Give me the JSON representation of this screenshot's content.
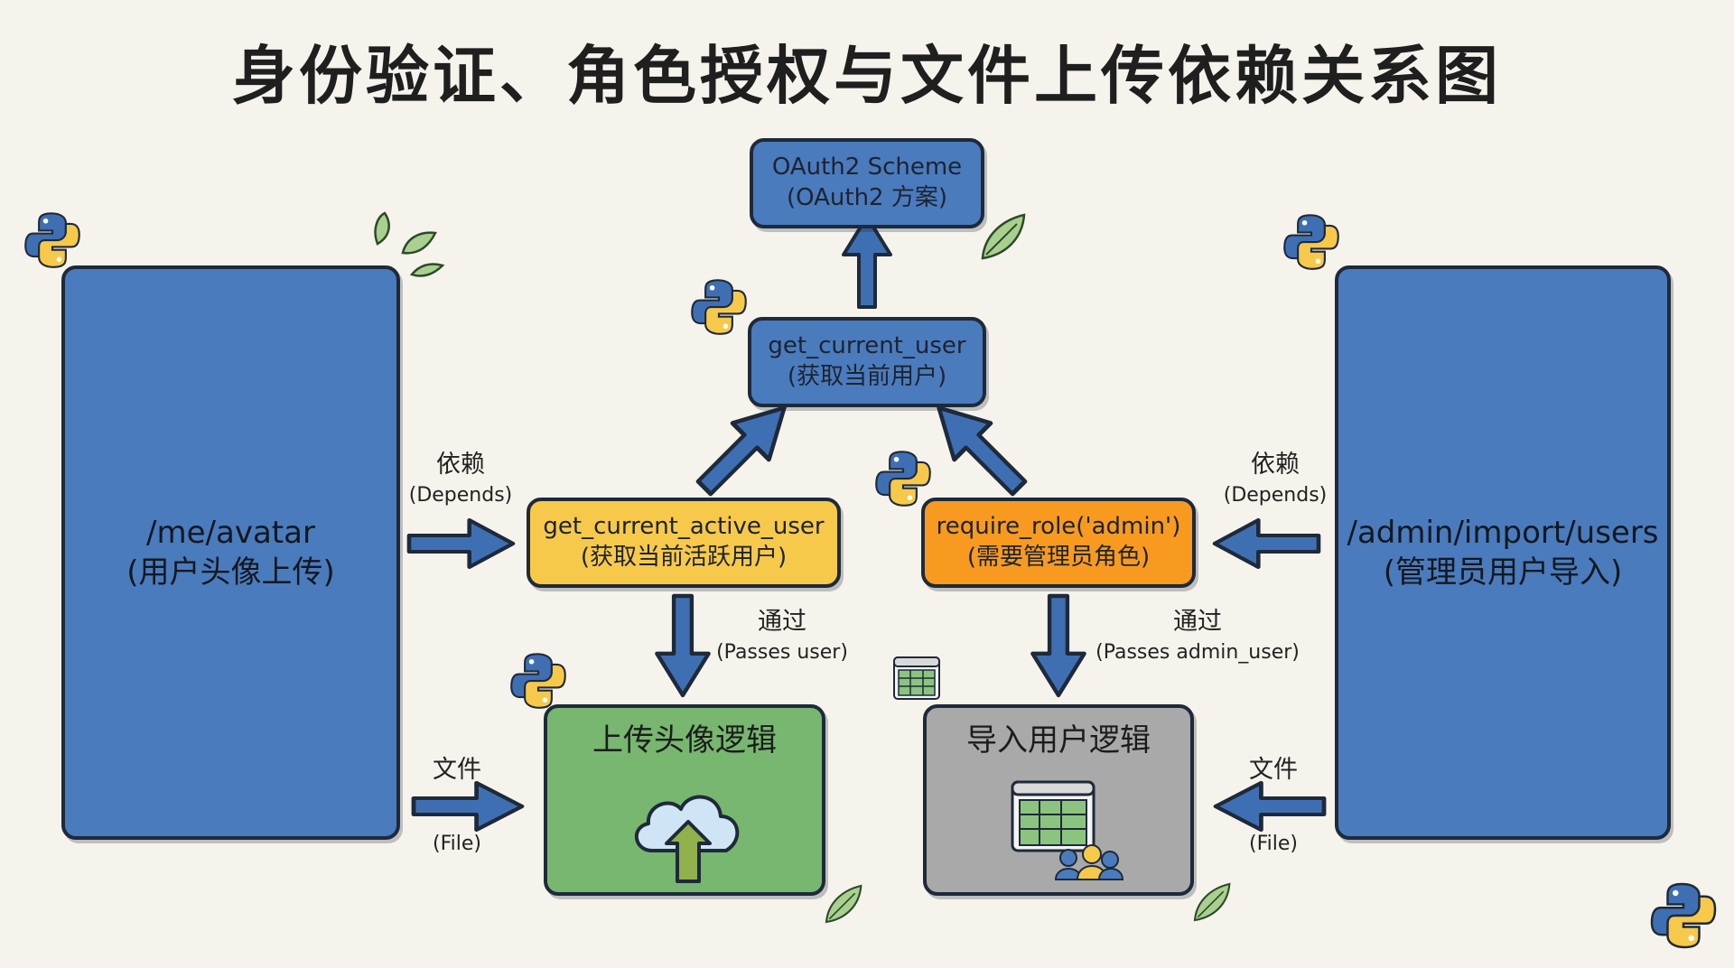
{
  "title": "身份验证、角色授权与文件上传依赖关系图",
  "nodes": {
    "oauth": {
      "line1": "OAuth2 Scheme",
      "line2": "(OAuth2 方案)"
    },
    "get_current_user": {
      "line1": "get_current_user",
      "line2": "(获取当前用户)"
    },
    "get_current_active_user": {
      "line1": "get_current_active_user",
      "line2": "(获取当前活跃用户)"
    },
    "require_role": {
      "line1": "require_role('admin')",
      "line2": "(需要管理员角色)"
    },
    "avatar_endpoint": {
      "line1": "/me/avatar",
      "line2": "(用户头像上传)"
    },
    "import_endpoint": {
      "line1": "/admin/import/users",
      "line2": "(管理员用户导入)"
    },
    "upload_logic": {
      "label": "上传头像逻辑"
    },
    "import_logic": {
      "label": "导入用户逻辑"
    }
  },
  "edges": {
    "depends_left": {
      "zh": "依赖",
      "en": "(Depends)"
    },
    "depends_right": {
      "zh": "依赖",
      "en": "(Depends)"
    },
    "passes_user": {
      "zh": "通过",
      "en": "(Passes user)"
    },
    "passes_admin": {
      "zh": "通过",
      "en": "(Passes admin_user)"
    },
    "file_left": {
      "zh": "文件",
      "en": "(File)"
    },
    "file_right": {
      "zh": "文件",
      "en": "(File)"
    }
  },
  "colors": {
    "blue": "#4a7bbd",
    "yellow": "#f7c94a",
    "orange": "#f79a1f",
    "green": "#77b76f",
    "gray": "#a9a9a9",
    "arrow": "#3f6fb3"
  },
  "icons": [
    "python-logo-icon",
    "leaf-icon",
    "cloud-upload-icon",
    "spreadsheet-users-icon",
    "spreadsheet-icon"
  ]
}
